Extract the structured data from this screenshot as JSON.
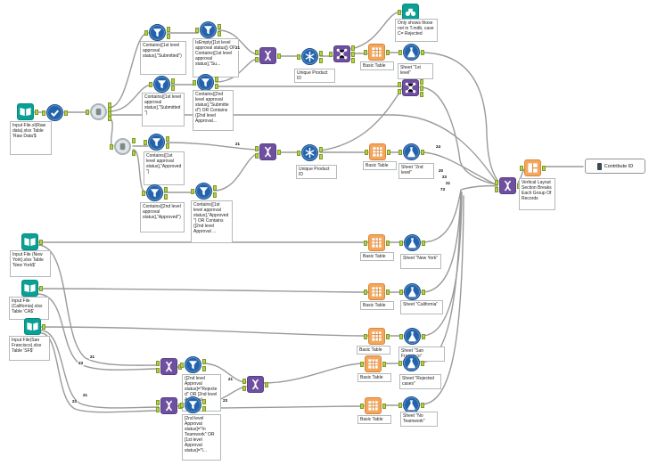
{
  "workflow": {
    "tools": {
      "input_raw": {
        "icon": "book-icon",
        "annotation": "Input File.xl(Raw data).xlsx Table 'Raw Data'$"
      },
      "checker": {
        "icon": "check-icon",
        "annotation": ""
      },
      "splitter_top": {
        "icon": "macro-icon",
        "annotation": ""
      },
      "splitter_mid": {
        "icon": "macro-icon",
        "annotation": ""
      },
      "filter_1a": {
        "icon": "funnel-icon",
        "annotation": "Contains([1st level approval status],\"Submitted\")"
      },
      "filter_1b": {
        "icon": "funnel-icon",
        "annotation": "IsEmpty([1st level approval status]) OR Contains([1st level approval status],\"Su..."
      },
      "filter_2a": {
        "icon": "funnel-icon",
        "annotation": "Contains([1st level approval status],\"Submitted\")"
      },
      "filter_2b": {
        "icon": "funnel-icon",
        "annotation": "Contains([2nd level approval status],\"Submitted\") OR Contains ([2nd level Approval..."
      },
      "filter_3": {
        "icon": "funnel-icon",
        "annotation": "Contains([1st level approval status],\"Approved\")"
      },
      "filter_4a": {
        "icon": "funnel-icon",
        "annotation": "Contains([2nd level approval status],\"Approved\")"
      },
      "filter_4b": {
        "icon": "funnel-icon",
        "annotation": "Contains([1st level approval status],\"Approved\") OR Contains ([2nd level Approval ..."
      },
      "join_1": {
        "icon": "join-icon",
        "annotation": ""
      },
      "unique_1": {
        "icon": "snowflake-icon",
        "annotation": "Unique Product ID"
      },
      "multi_1": {
        "icon": "nodes-icon",
        "annotation": ""
      },
      "table_1st": {
        "icon": "table-icon",
        "annotation": "Basic Table"
      },
      "out_1st": {
        "icon": "flask-icon",
        "annotation": "Sheet \"1st level\""
      },
      "browse_top": {
        "icon": "binoculars-icon",
        "annotation": "Only shows those not in T.mdb, case C= Rejected"
      },
      "multi_2": {
        "icon": "nodes-icon",
        "annotation": ""
      },
      "join_2": {
        "icon": "join-icon",
        "annotation": ""
      },
      "unique_2": {
        "icon": "snowflake-icon",
        "annotation": "Unique Product ID"
      },
      "table_2nd": {
        "icon": "table-icon",
        "annotation": "Basic Table"
      },
      "out_2nd": {
        "icon": "flask-icon",
        "annotation": "Sheet \"2nd level\""
      },
      "input_ny": {
        "icon": "book-icon",
        "annotation": "Input File (New York).xlsx Table 'New York$'"
      },
      "input_ca": {
        "icon": "book-icon",
        "annotation": "Input File (California).xlsx Table 'CA$'"
      },
      "input_sf": {
        "icon": "book-icon",
        "annotation": "Input File(San Francisco).xlsx Table 'SF$'"
      },
      "table_ny": {
        "icon": "table-icon",
        "annotation": "Basic Table"
      },
      "out_ny": {
        "icon": "flask-icon",
        "annotation": "Sheet \"New York\""
      },
      "table_ca": {
        "icon": "table-icon",
        "annotation": "Basic Table"
      },
      "out_ca": {
        "icon": "flask-icon",
        "annotation": "Sheet \"California\""
      },
      "table_sf": {
        "icon": "table-icon",
        "annotation": "Basic Table"
      },
      "out_sf": {
        "icon": "flask-icon",
        "annotation": "Sheet \"San Francisco\""
      },
      "join_rej": {
        "icon": "join-icon",
        "annotation": ""
      },
      "filter_rej": {
        "icon": "funnel-icon",
        "annotation": "([2nd level Approval status]=\"Rejected\" OR [2nd level Approval..."
      },
      "join_team": {
        "icon": "join-icon",
        "annotation": ""
      },
      "filter_team": {
        "icon": "funnel-icon",
        "annotation": "[2nd level Approval status]=\"In Teamwork\" OR [1st level Approval status]=\"I..."
      },
      "join_merge": {
        "icon": "join-icon",
        "annotation": ""
      },
      "table_rej": {
        "icon": "table-icon",
        "annotation": "Basic Table"
      },
      "out_rej": {
        "icon": "flask-icon",
        "annotation": "Sheet \"Rejected cases\""
      },
      "table_team": {
        "icon": "table-icon",
        "annotation": "Basic Table"
      },
      "out_team": {
        "icon": "flask-icon",
        "annotation": "Sheet \"No Teamwork\""
      },
      "join_final": {
        "icon": "join-icon",
        "annotation": ""
      },
      "layout": {
        "icon": "layout-icon",
        "annotation": "Vertical Layout Section Breaks Each Group Of Records"
      },
      "container": {
        "icon": "container-icon",
        "label": "Contribute ID"
      }
    },
    "wire_labels": [
      "21",
      "21",
      "24",
      "20",
      "23",
      "21",
      "73",
      "21",
      "23",
      "21",
      "23",
      "21",
      "23"
    ],
    "colors": {
      "tool_blue": "#2263ad",
      "tool_teal": "#0aa095",
      "tool_purple": "#6e4fa0",
      "tool_orange": "#f4a65a",
      "anchor_green": "#b6d143",
      "wire_gray": "#9a9a9a",
      "canvas": "#ffffff"
    }
  }
}
